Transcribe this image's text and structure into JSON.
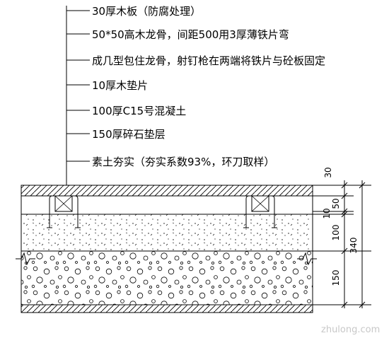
{
  "callouts": [
    "30厚木板（防腐处理）",
    "50*50高木龙骨，间距500用3厚薄铁片弯",
    "成几型包住龙骨，射钉枪在两端将铁片与砼板固定",
    "10厚木垫片",
    "100厚C15号混凝土",
    "150厚碎石垫层",
    "素土夯实（夯实系数93%，环刀取样）"
  ],
  "dimensions": {
    "d30": "30",
    "d50": "50",
    "d10": "10",
    "d100": "100",
    "d150": "150",
    "total": "340"
  },
  "watermark": "zhulong.com"
}
